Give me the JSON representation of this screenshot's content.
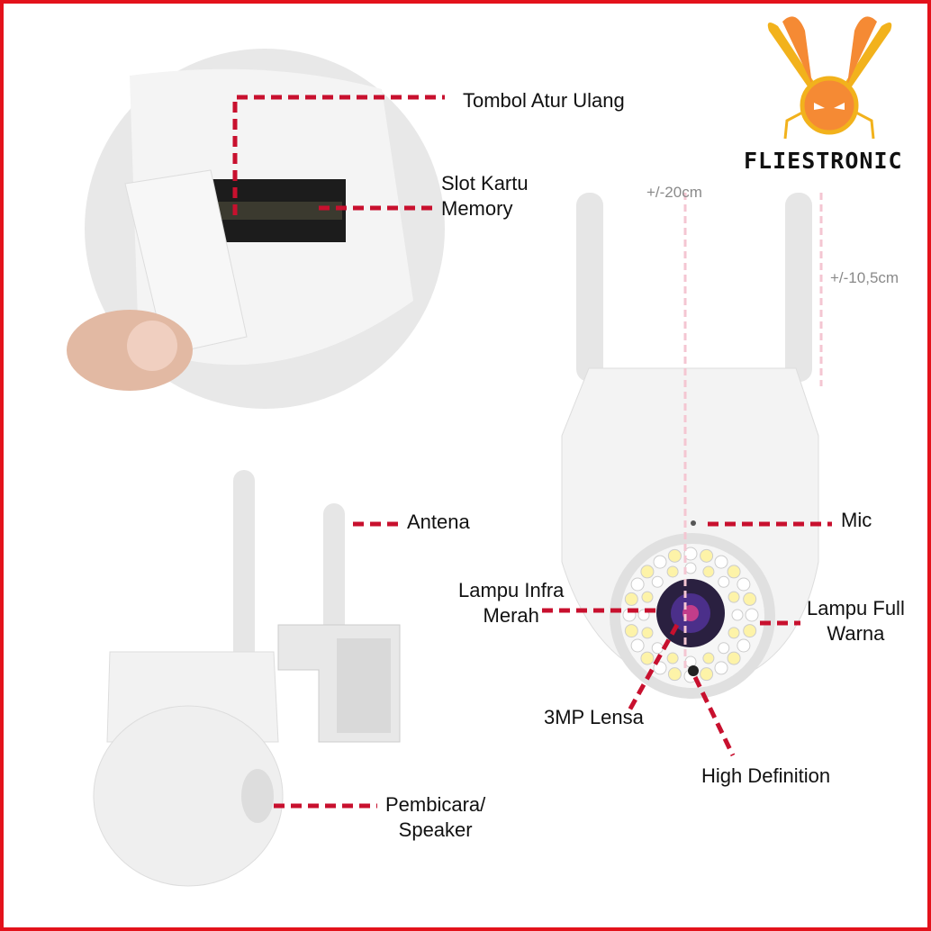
{
  "brand": {
    "name": "FLIESTRONIC",
    "colors": {
      "orange": "#f58a34",
      "yellow": "#f2b21c"
    }
  },
  "accent": "#c8102e",
  "labels": {
    "reset_button": "Tombol Atur Ulang",
    "memory_slot": "Slot Kartu\nMemory",
    "antenna": "Antena",
    "mic": "Mic",
    "infrared": "Lampu Infra\nMerah",
    "full_color": "Lampu Full\nWarna",
    "lens": "3MP Lensa",
    "high_def": "High Definition",
    "speaker": "Pembicara/\nSpeaker"
  },
  "dimensions": {
    "height": "+/-20cm",
    "antenna": "+/-10,5cm"
  }
}
